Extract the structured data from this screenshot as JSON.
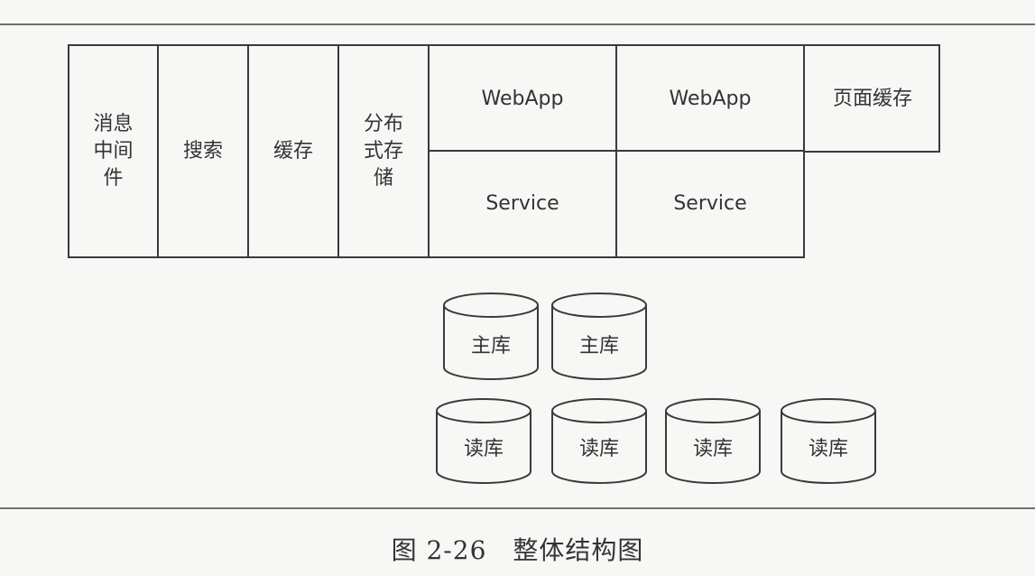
{
  "diagram": {
    "columns": {
      "message_middleware": "消息\n中间\n件",
      "search": "搜索",
      "cache": "缓存",
      "distributed_storage": "分布\n式存\n储"
    },
    "app_grid": {
      "webapp_1": "WebApp",
      "webapp_2": "WebApp",
      "service_1": "Service",
      "service_2": "Service"
    },
    "page_cache": "页面缓存",
    "databases": {
      "master": [
        "主库",
        "主库"
      ],
      "read": [
        "读库",
        "读库",
        "读库",
        "读库"
      ]
    }
  },
  "caption": "图 2-26　整体结构图"
}
